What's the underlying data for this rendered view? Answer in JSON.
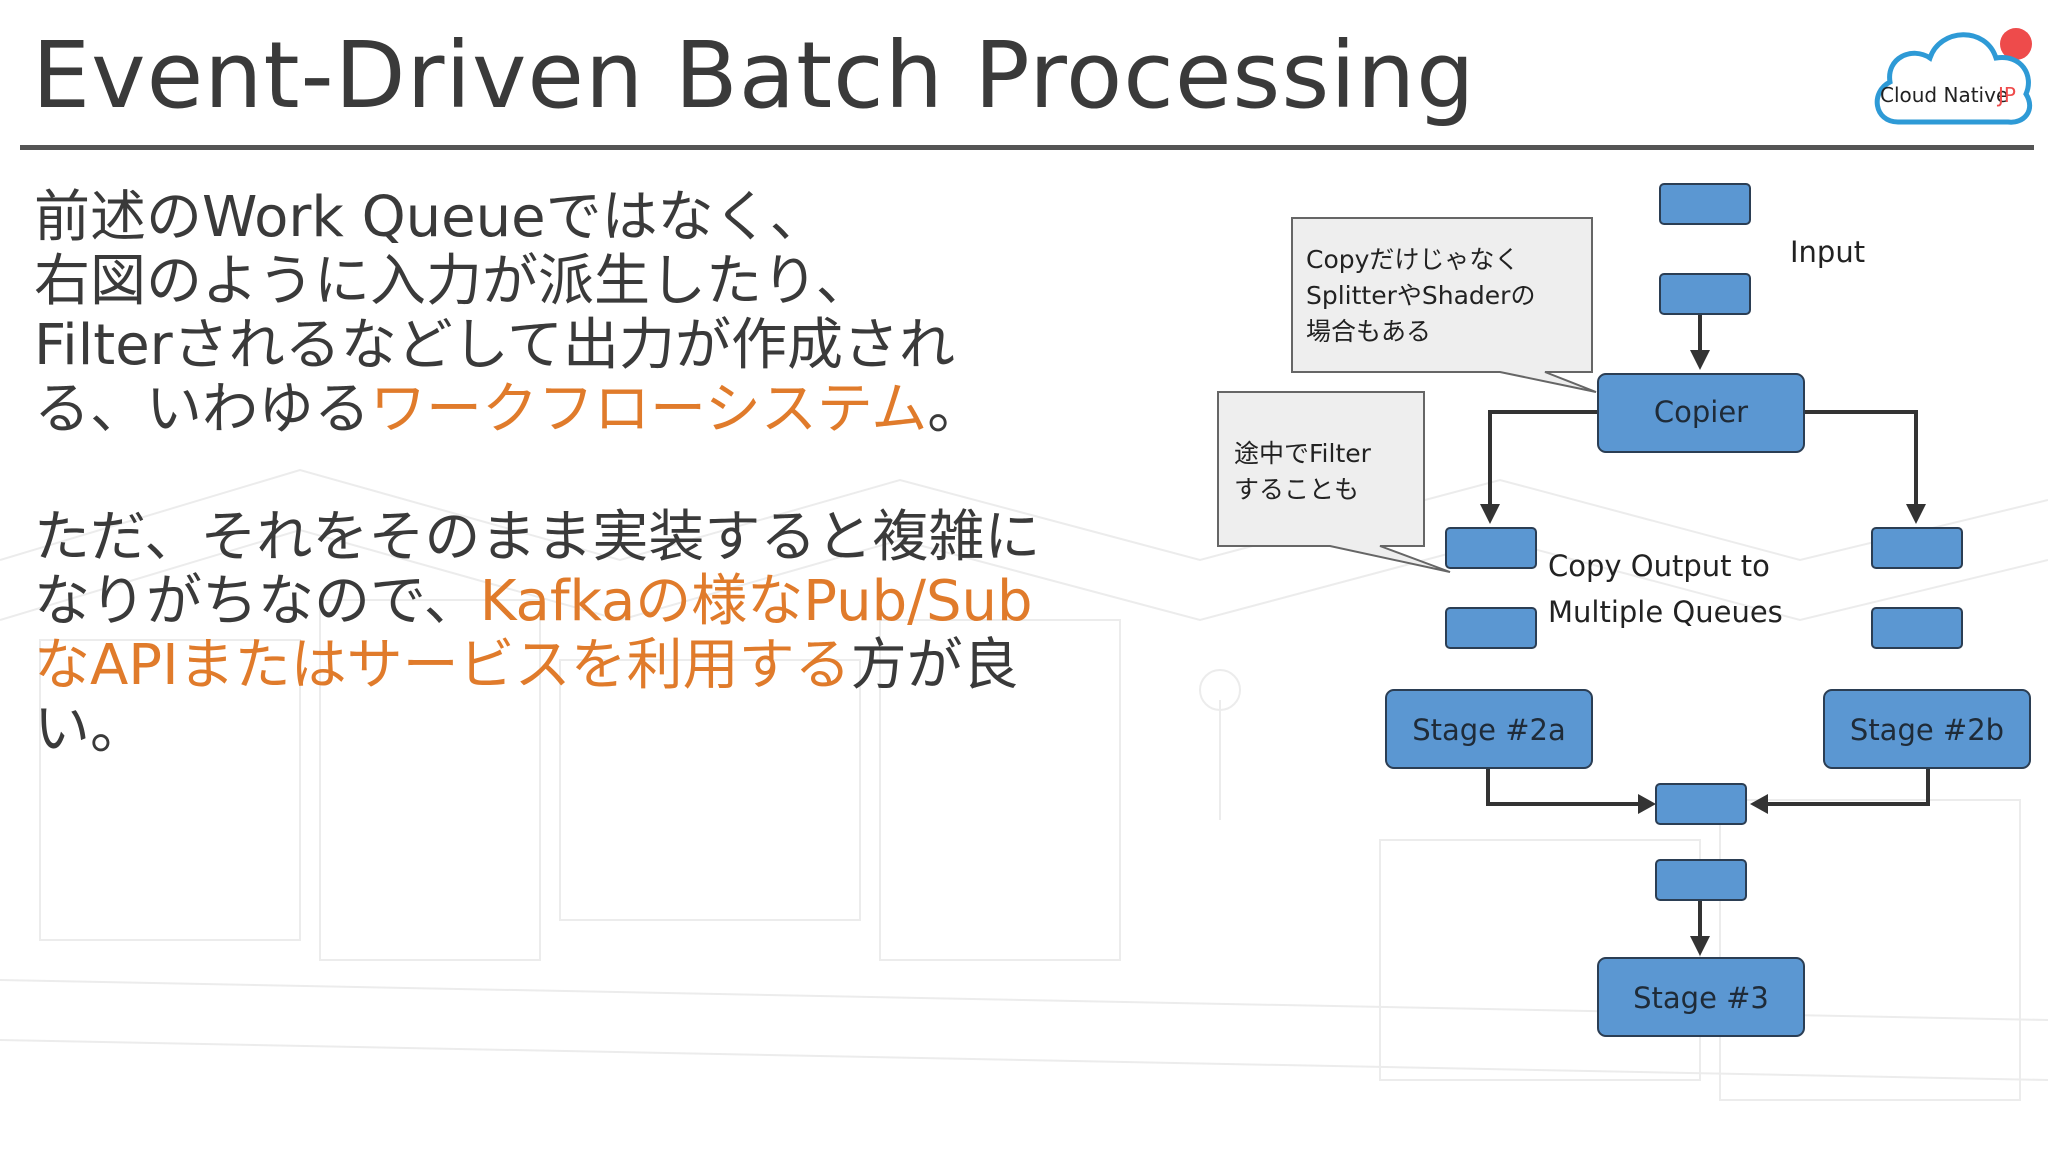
{
  "slide": {
    "title": "Event-Driven Batch Processing",
    "accent_color": "#e07b2b",
    "box_color": "#5b97d2"
  },
  "logo": {
    "text_main": "Cloud Native",
    "text_accent": "JP",
    "icon": "cloud-icon"
  },
  "body": {
    "p1_l1": "前述のWork Queueではなく、",
    "p1_l2": "右図のように入力が派生したり、",
    "p1_l3": "Filterされるなどして出力が作成され",
    "p1_l4a": "る、いわゆる",
    "p1_l4b": "ワークフローシステム",
    "p1_l4c": "。",
    "p2_l1": "ただ、それをそのまま実装すると複雑に",
    "p2_l2a": "なりがちなので、",
    "p2_l2b": "Kafkaの様なPub/Sub",
    "p2_l3a": "なAPIまたはサービスを利用する",
    "p2_l3b": "方が良",
    "p2_l4": "い。"
  },
  "diagram": {
    "input_label": "Input",
    "copier_label": "Copier",
    "copy_output_l1": "Copy Output to",
    "copy_output_l2": "Multiple Queues",
    "stage2a_label": "Stage #2a",
    "stage2b_label": "Stage #2b",
    "stage3_label": "Stage #3",
    "callout1_l1": "Copyだけじゃなく",
    "callout1_l2": "SplitterやShaderの",
    "callout1_l3": "場合もある",
    "callout2_l1": "途中でFilter",
    "callout2_l2": "することも"
  }
}
